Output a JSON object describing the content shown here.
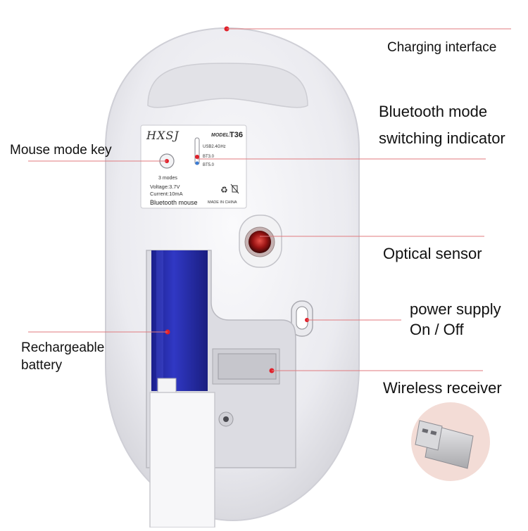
{
  "callouts": {
    "charging_interface": "Charging interface",
    "bluetooth_indicator_line1": "Bluetooth mode",
    "bluetooth_indicator_line2": "switching indicator",
    "mouse_mode_key": "Mouse mode key",
    "optical_sensor": "Optical sensor",
    "power_line1": "power supply",
    "power_line2": "On / Off",
    "battery_line1": "Rechargeable",
    "battery_line2": "battery",
    "wireless_receiver": "Wireless receiver"
  },
  "label": {
    "brand": "HXSJ",
    "model_prefix": "MODEL:",
    "model": "T36",
    "mode_usb": "USB2.4GHz",
    "mode_bt3": "BT3.0",
    "mode_bt5": "BT5.0",
    "modes_caption": "3 modes",
    "voltage": "Voltage:3.7V",
    "current": "Current:10mA",
    "product": "Bluetooth mouse",
    "origin": "MADE IN CHINA"
  },
  "colors": {
    "accent_red": "#e0202a",
    "battery_blue": "#2a2fb0",
    "mouse_body": "#eeeef2",
    "leader_line": "#e07a7e"
  }
}
